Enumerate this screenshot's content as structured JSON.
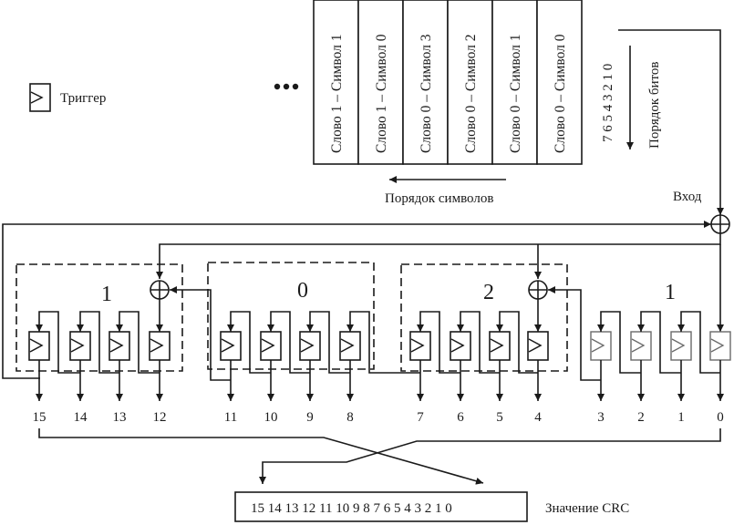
{
  "legend": {
    "icon": "flip-flop-icon",
    "label": "Триггер"
  },
  "ellipsis": "•••",
  "symbols": [
    "Слово 1 – Символ 1",
    "Слово 1 – Символ 0",
    "Слово 0 – Символ 3",
    "Слово 0 – Символ 2",
    "Слово 0 – Символ 1",
    "Слово 0 – Символ 0"
  ],
  "symbol_order_label": "Порядок символов",
  "bit_numbers": "7 6 5 4 3 2 1 0",
  "bit_order_label": "Порядок битов",
  "input_label": "Вход",
  "groups": [
    "1",
    "0",
    "2",
    "1"
  ],
  "register_outputs": [
    "15",
    "14",
    "13",
    "12",
    "11",
    "10",
    "9",
    "8",
    "7",
    "6",
    "5",
    "4",
    "3",
    "2",
    "1",
    "0"
  ],
  "crc_bits": "15 14 13 12 11 10 9 8 7 6 5 4 3 2 1 0",
  "crc_label": "Значение CRC"
}
